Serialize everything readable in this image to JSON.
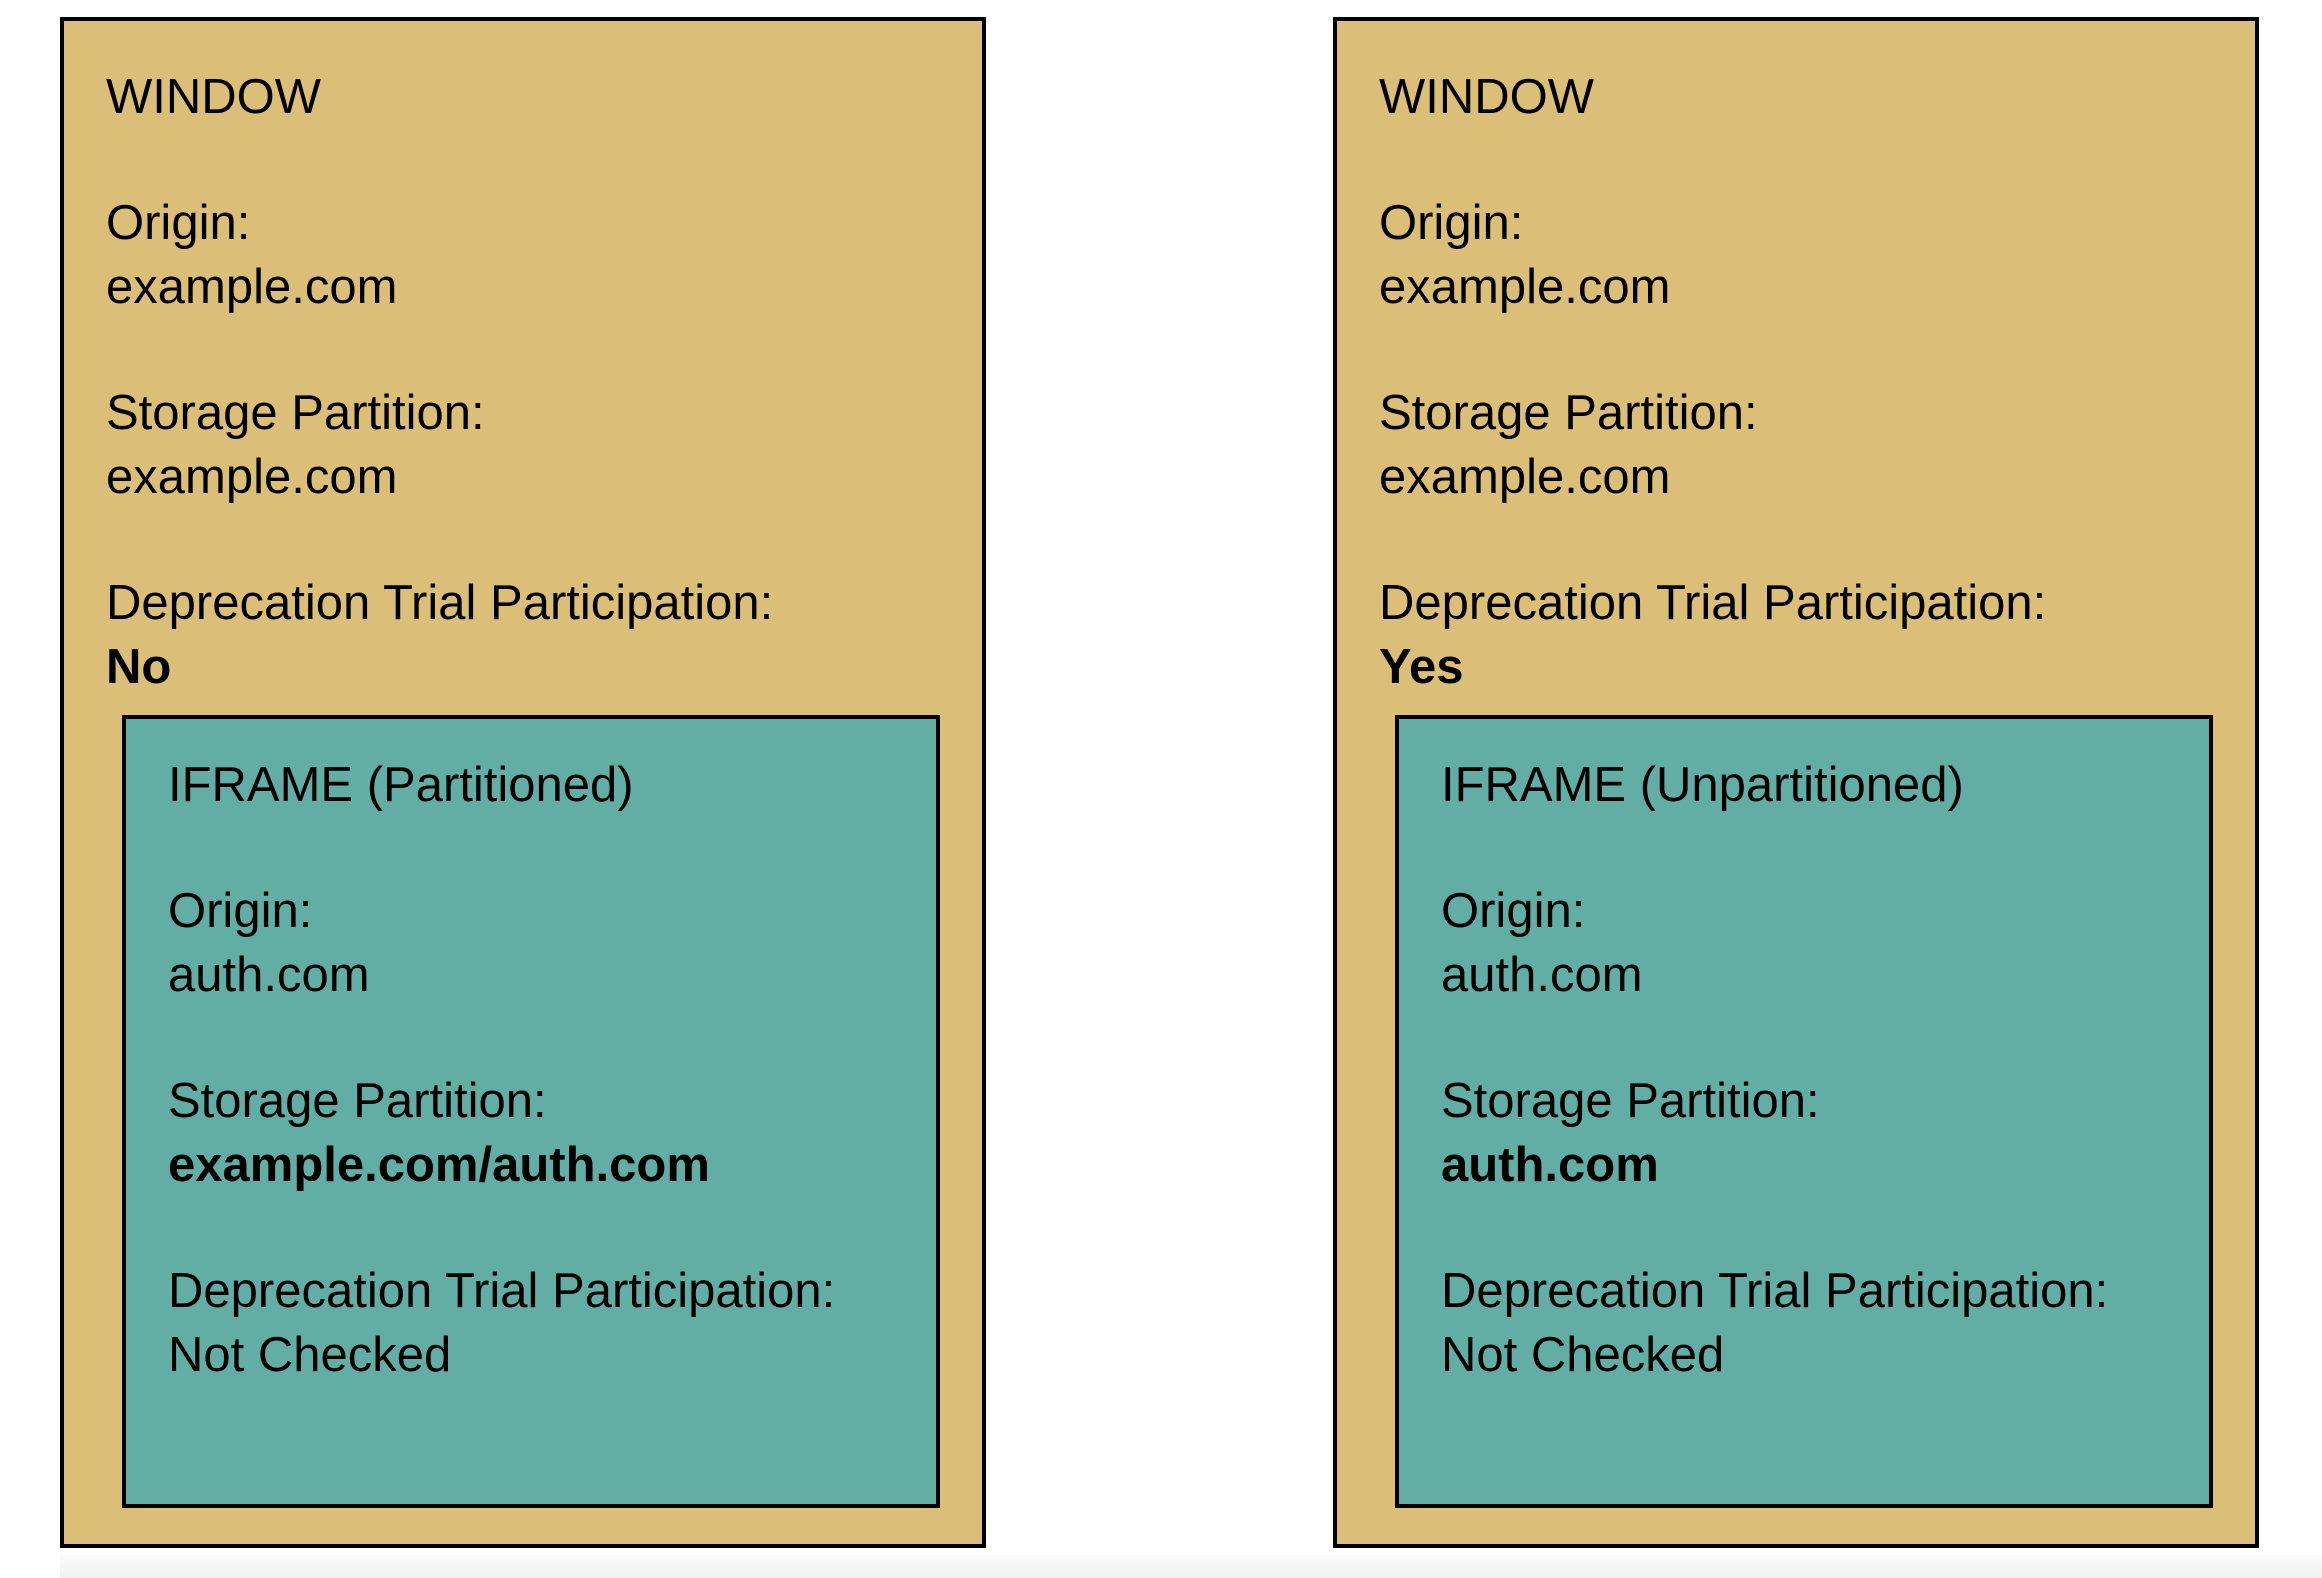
{
  "panels": [
    {
      "window": {
        "title": "WINDOW",
        "origin_label": "Origin:",
        "origin_value": "example.com",
        "storage_label": "Storage Partition:",
        "storage_value": "example.com",
        "trial_label": "Deprecation Trial Participation:",
        "trial_value": "No"
      },
      "iframe": {
        "title": "IFRAME (Partitioned)",
        "origin_label": "Origin:",
        "origin_value": "auth.com",
        "storage_label": "Storage Partition:",
        "storage_value": "example.com/auth.com",
        "trial_label": "Deprecation Trial Participation:",
        "trial_value": "Not Checked"
      }
    },
    {
      "window": {
        "title": "WINDOW",
        "origin_label": "Origin:",
        "origin_value": "example.com",
        "storage_label": "Storage Partition:",
        "storage_value": "example.com",
        "trial_label": "Deprecation Trial Participation:",
        "trial_value": "Yes"
      },
      "iframe": {
        "title": "IFRAME (Unpartitioned)",
        "origin_label": "Origin:",
        "origin_value": "auth.com",
        "storage_label": "Storage Partition:",
        "storage_value": "auth.com",
        "trial_label": "Deprecation Trial Participation:",
        "trial_value": "Not Checked"
      }
    }
  ],
  "colors": {
    "window_fill": "#dbbf78",
    "iframe_fill": "#62aea5",
    "border": "#000000"
  }
}
